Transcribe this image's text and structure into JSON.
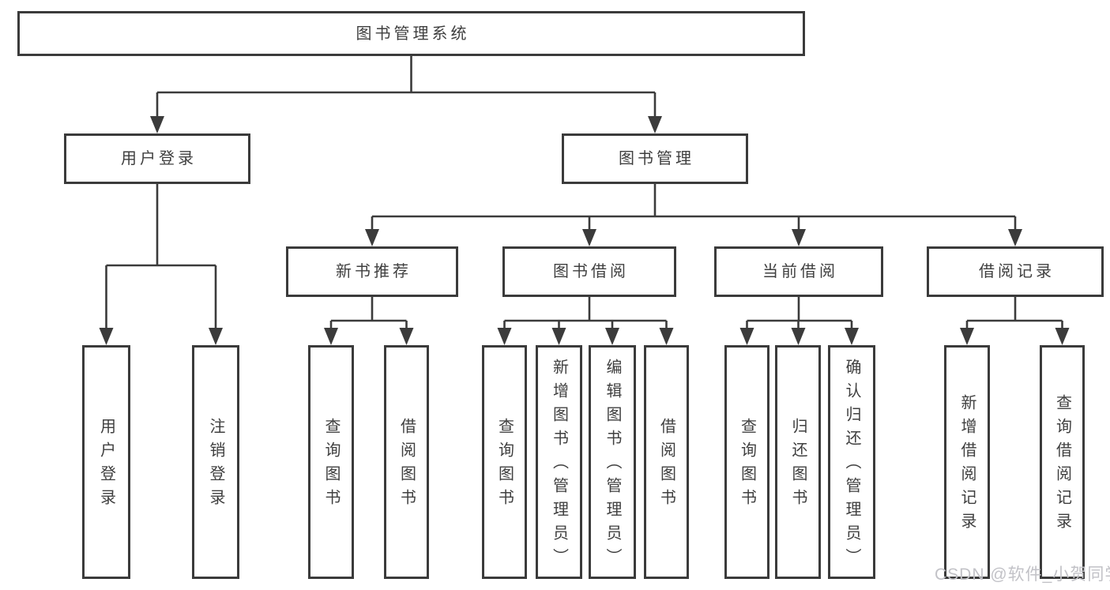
{
  "tree": {
    "root": {
      "label": "图书管理系统"
    },
    "level2": [
      {
        "label": "用户登录",
        "children": [
          {
            "label": "用户登录"
          },
          {
            "label": "注销登录"
          }
        ]
      },
      {
        "label": "图书管理",
        "children": [
          {
            "label": "新书推荐",
            "children": [
              {
                "label": "查询图书"
              },
              {
                "label": "借阅图书"
              }
            ]
          },
          {
            "label": "图书借阅",
            "children": [
              {
                "label": "查询图书"
              },
              {
                "label": "新增图书（管理员）"
              },
              {
                "label": "编辑图书（管理员）"
              },
              {
                "label": "借阅图书"
              }
            ]
          },
          {
            "label": "当前借阅",
            "children": [
              {
                "label": "查询图书"
              },
              {
                "label": "归还图书"
              },
              {
                "label": "确认归还（管理员）"
              }
            ]
          },
          {
            "label": "借阅记录",
            "children": [
              {
                "label": "新增借阅记录"
              },
              {
                "label": "查询借阅记录"
              }
            ]
          }
        ]
      }
    ]
  },
  "watermark": "CSDN @软件_小贺同学",
  "colors": {
    "line": "#3b3b3b",
    "text": "#3f3f3f",
    "watermark": "#c2c2c7",
    "background": "#ffffff"
  }
}
